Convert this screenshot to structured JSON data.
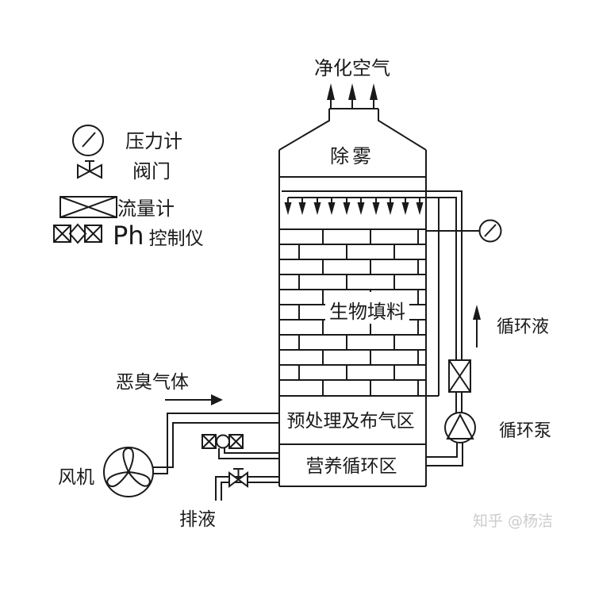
{
  "legend": {
    "items": [
      {
        "icon": "pressure-gauge-icon",
        "label": "压力计"
      },
      {
        "icon": "valve-icon",
        "label": "阀门"
      },
      {
        "icon": "flow-meter-icon",
        "label": "流量计"
      },
      {
        "icon": "ph-controller-icon",
        "label_latin": "Ph",
        "label_cjk": "控制仪"
      }
    ]
  },
  "tower": {
    "outlet_air_label": "净化空气",
    "demister_label": "除雾",
    "packing_label": "生物填料",
    "pretreatment_label": "预处理及布气区",
    "nutrient_label": "营养循环区"
  },
  "left_side": {
    "odor_gas_label": "恶臭气体",
    "fan_label": "风机",
    "drain_label": "排液"
  },
  "right_side": {
    "circulating_liquid_label": "循环液",
    "circulating_pump_label": "循环泵"
  },
  "watermark": "知乎 @杨洁",
  "colors": {
    "line": "#1a1a1a",
    "watermark": "#cccccc",
    "background": "#ffffff"
  }
}
